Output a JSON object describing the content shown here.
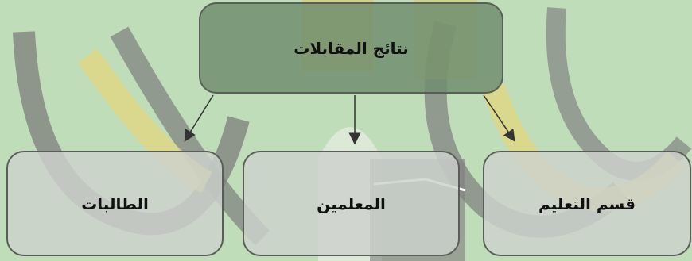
{
  "diagram": {
    "root": {
      "label": "نتائج المقابلات"
    },
    "children": [
      {
        "label": "قسم التعليم"
      },
      {
        "label": "المعلمين"
      },
      {
        "label": "الطالبات"
      }
    ]
  },
  "colors": {
    "background": "#b9d8b2",
    "root_fill": "#6e8c6e",
    "child_fill": "#cdd2cd",
    "border": "#5a5e58",
    "watermark_gray": "#7a7a7a",
    "watermark_yellow": "#e0d27a"
  }
}
